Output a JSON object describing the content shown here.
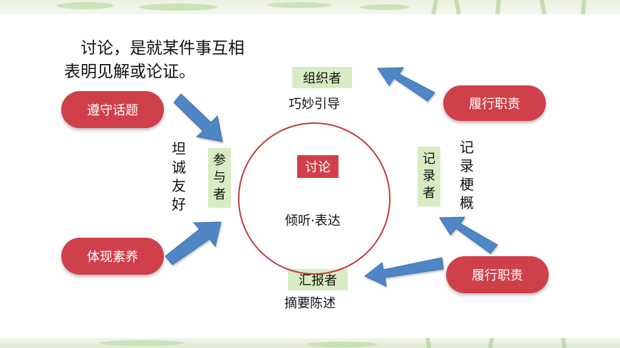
{
  "intro": "讨论，是就某件事互相表明见解或论证。",
  "center": {
    "label": "讨论",
    "sub": "倾听·表达"
  },
  "left_pills": {
    "top": "遵守话题",
    "bottom": "体现素养"
  },
  "right_pills": {
    "top": "履行职责",
    "bottom": "履行职责"
  },
  "participant": {
    "role": [
      "参",
      "与",
      "者"
    ],
    "trait": [
      "坦",
      "诚",
      "友",
      "好"
    ]
  },
  "recorder": {
    "role": [
      "记",
      "录",
      "者"
    ],
    "trait": [
      "记",
      "录",
      "梗",
      "概"
    ]
  },
  "organizer": {
    "role": "组织者",
    "trait": "巧妙引导"
  },
  "reporter": {
    "role": "汇报者",
    "trait": "摘要陈述"
  },
  "colors": {
    "pill": "#d0404a",
    "box": "#d7ecc2",
    "arrow": "#4f86c6",
    "circle": "#c33a3f"
  }
}
